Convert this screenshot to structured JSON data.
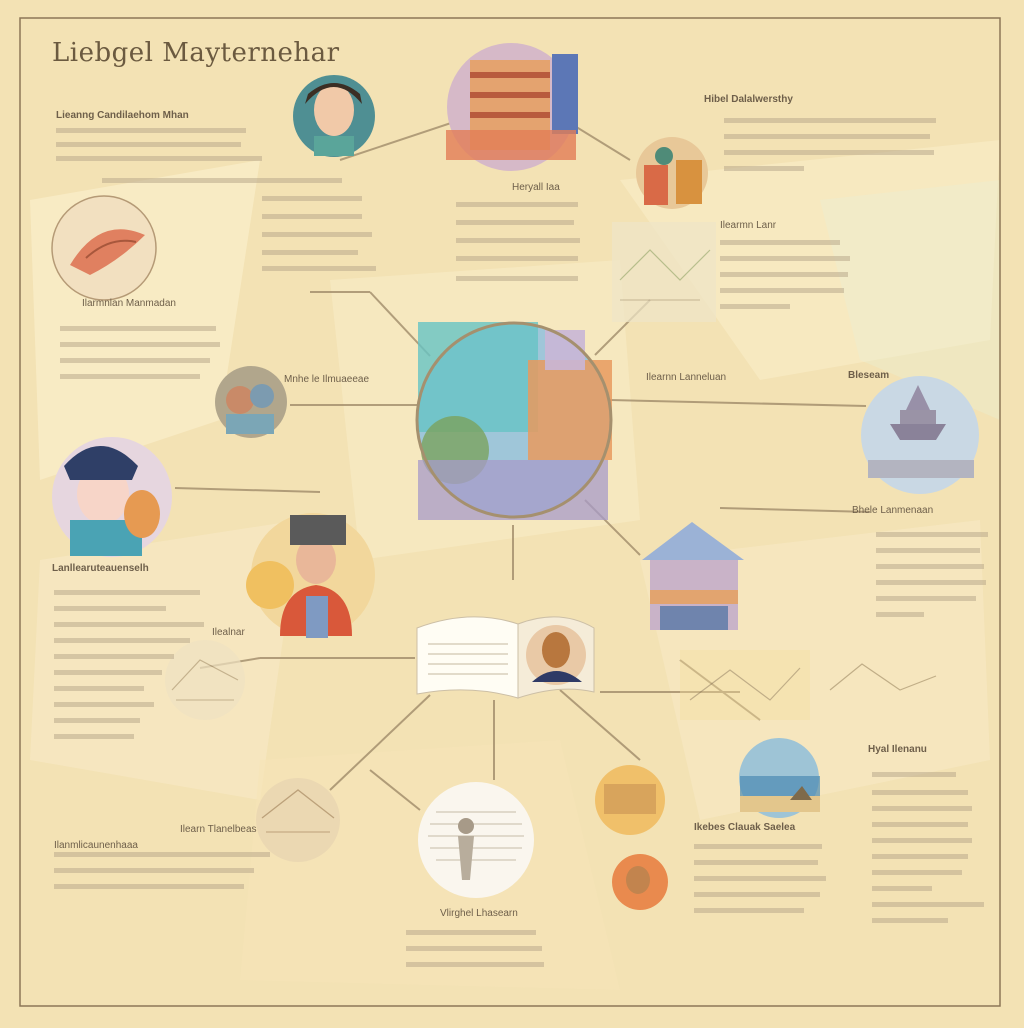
{
  "title": "Liebgel Mayternehar",
  "labels": {
    "top_left": "Lieanng Candilaehom Mhan",
    "top_mid": "Heryall Iaa",
    "top_right": "Hibel Dalalwersthy",
    "mid_left": "Ilarmnlan Manmadan",
    "mid_small": "Ilearmn Lanr",
    "mid_right": "Ilearnn Lanneluan",
    "far_right": "Bleseam",
    "center_right": "Bhele Lanmenaan",
    "center_mid": "Mnhe le Ilmuaeeae",
    "left_mid": "Lanllearuteauenselh",
    "bottom_left": "Ilanmlicaunenhaaa",
    "lower_right": "Hyal Ilenanu",
    "bottom_center": "Vlirghel Lhasearn",
    "bottom_right": "Ikebes Clauak Saelea",
    "bottom_left_2": "Ilearn Tlanelbeas",
    "mid_right_2": "Ilealnar"
  },
  "colors": {
    "background": "#f3e2b4",
    "frame": "#8c7656",
    "line": "#a5906e",
    "node_teal": "#67c3c4",
    "node_blue": "#a9bfd8",
    "node_orange": "#e68a52"
  }
}
